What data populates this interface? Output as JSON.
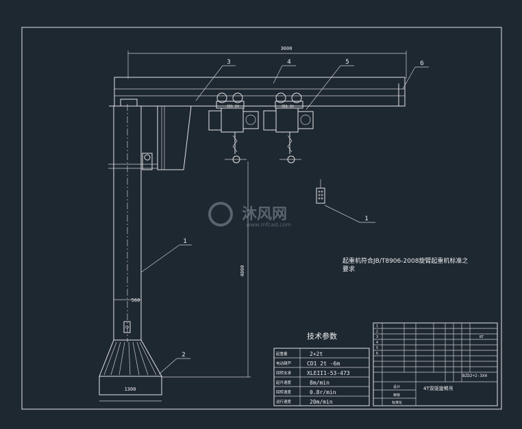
{
  "dimensions": {
    "arm_length": "3000",
    "height": "4000",
    "column_offset": "560",
    "base_width": "1300"
  },
  "callouts": [
    "3",
    "4",
    "5",
    "6",
    "1",
    "1",
    "2"
  ],
  "hoist_label": "CD1 2t",
  "watermark": {
    "brand_cn": "沐风网",
    "site": "www.mfcad.com"
  },
  "note": {
    "line1": "起重机符合JB/T8906-2008旋臂起重机标准之",
    "line2": "要求"
  },
  "tech_params": {
    "title": "技术参数",
    "rows": [
      {
        "key": "起重量",
        "value": "2+2t"
      },
      {
        "key": "电动葫芦",
        "value": "CD1 2t -6m"
      },
      {
        "key": "回转支承",
        "value": "XLEII1-53-473"
      },
      {
        "key": "起升速度",
        "value": "8m/min"
      },
      {
        "key": "回转速度",
        "value": "0.8r/min"
      },
      {
        "key": "运行速度",
        "value": "20m/min"
      }
    ]
  },
  "title_block": {
    "drawing_no": "BZD2+2-3X4",
    "name": "4T双驱旋臂吊",
    "part_rows": [
      "1",
      "2",
      "3",
      "4",
      "5",
      "6"
    ],
    "mark": "BT",
    "sign_rows": [
      "设计",
      "审核",
      "标准化"
    ]
  }
}
